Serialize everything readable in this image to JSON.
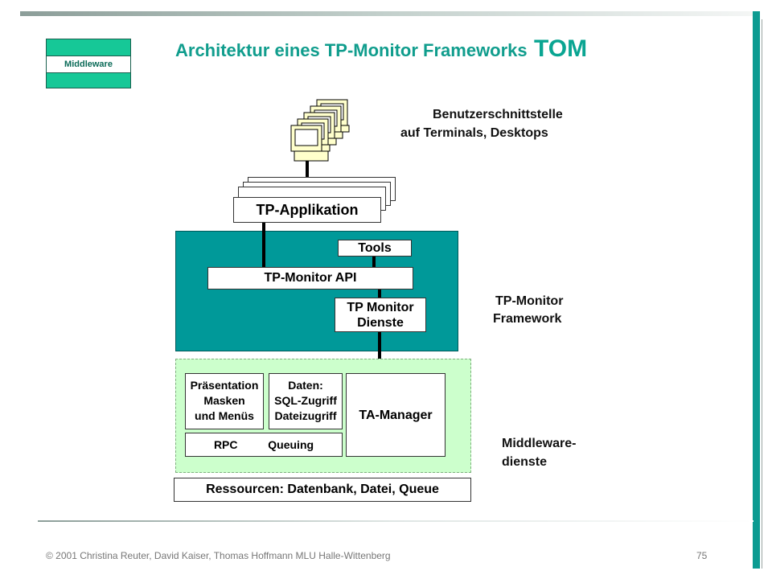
{
  "tag_label": "Middleware",
  "title": {
    "main": "Architektur eines TP-Monitor Frameworks",
    "arrow": "",
    "tom": " TOM"
  },
  "user_interface": {
    "line1": "Benutzerschnittstelle",
    "line2": "auf Terminals, Desktops"
  },
  "tp_application": "TP-Applikation",
  "tools": "Tools",
  "tp_monitor_api": "TP-Monitor API",
  "tp_monitor_services": {
    "line1": "TP Monitor",
    "line2": "Dienste"
  },
  "framework_label": {
    "line1": "TP-Monitor",
    "line2": "Framework"
  },
  "presentation": {
    "line1": "Präsentation",
    "line2": "Masken",
    "line3": "und Menüs"
  },
  "data_box": {
    "line1": "Daten:",
    "line2": "SQL-Zugriff",
    "line3": "Dateizugriff"
  },
  "ta_manager": "TA-Manager",
  "rpc": "RPC",
  "queuing": "Queuing",
  "middleware_services": {
    "line1": "Middleware-",
    "line2": "dienste"
  },
  "resources": "Ressourcen: Datenbank, Datei, Queue",
  "footer": "© 2001 Christina Reuter, David Kaiser, Thomas Hoffmann MLU Halle-Wittenberg",
  "page_number": "75",
  "colors": {
    "accent": "#0c9b91",
    "framework": "#009999",
    "middleware_bg": "#ccffcc",
    "title": "#109d8d"
  }
}
